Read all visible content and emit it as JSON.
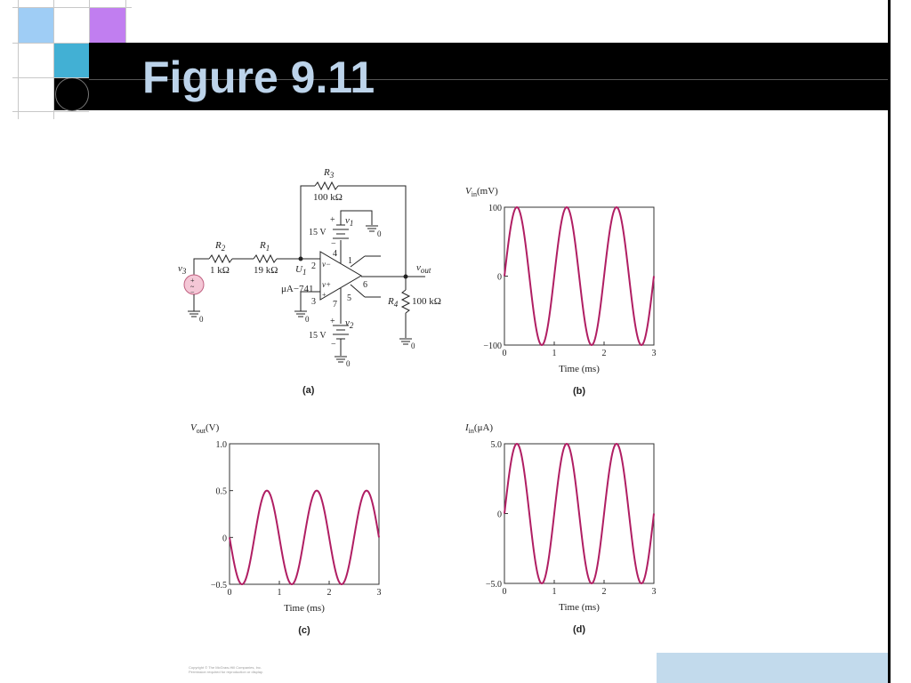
{
  "slide": {
    "title": "Figure 9.11",
    "copyright": [
      "Copyright © The McGraw-Hill Companies, Inc.",
      "Permission required for reproduction or display."
    ],
    "colors": {
      "title_bar": "#000000",
      "title_text": "#bcd3ea",
      "sq_blue": "#9fcdf5",
      "sq_purple": "#c17ef0",
      "sq_teal": "#42b0d4",
      "bottom_box": "#c2daec",
      "trace": "#b01e63"
    }
  },
  "circuit": {
    "caption": "(a)",
    "r3": {
      "name": "R",
      "sub": "3",
      "value": "100 kΩ"
    },
    "r2": {
      "name": "R",
      "sub": "2",
      "value": "1 kΩ"
    },
    "r1": {
      "name": "R",
      "sub": "1",
      "value": "19 kΩ"
    },
    "r4": {
      "name": "R",
      "sub": "4",
      "value": "100 kΩ"
    },
    "u1": {
      "name": "U",
      "sub": "1",
      "part": "μA−741"
    },
    "v1": {
      "name": "v",
      "sub": "1",
      "volt": "15 V"
    },
    "v2": {
      "name": "v",
      "sub": "2",
      "volt": "15 V"
    },
    "v3": {
      "name": "v",
      "sub": "3"
    },
    "vout": {
      "name": "v",
      "sub": "out"
    },
    "inputs": {
      "minus": "v−",
      "plus": "v+"
    },
    "pins": [
      "1",
      "2",
      "3",
      "4",
      "5",
      "6",
      "7"
    ],
    "ground": "0",
    "plus": "+",
    "minus": "−",
    "tilde": "~"
  },
  "chart_data": [
    {
      "type": "line",
      "caption": "(b)",
      "ylabel": "V",
      "ylabel_sub": "in",
      "ylabel_unit": "(mV)",
      "xlabel": "Time (ms)",
      "xlim": [
        0,
        3
      ],
      "ylim": [
        -100,
        100
      ],
      "xticks": [
        "0",
        "1",
        "2",
        "3"
      ],
      "yticks": [
        "100",
        "0",
        "−100"
      ],
      "series": [
        {
          "function": "sine",
          "amplitude": 100,
          "frequency_kHz": 1,
          "phase_deg": 0,
          "x": [
            0,
            0.25,
            0.5,
            0.75,
            1,
            1.25,
            1.5,
            1.75,
            2,
            2.25,
            2.5,
            2.75,
            3
          ],
          "y": [
            0,
            100,
            0,
            -100,
            0,
            100,
            0,
            -100,
            0,
            100,
            0,
            -100,
            0
          ]
        }
      ]
    },
    {
      "type": "line",
      "caption": "(c)",
      "ylabel": "V",
      "ylabel_sub": "out",
      "ylabel_unit": "(V)",
      "xlabel": "Time (ms)",
      "xlim": [
        0,
        3
      ],
      "ylim": [
        -0.5,
        1.0
      ],
      "xticks": [
        "0",
        "1",
        "2",
        "3"
      ],
      "yticks": [
        "1.0",
        "0.5",
        "0",
        "−0.5"
      ],
      "series": [
        {
          "function": "sine",
          "amplitude": -0.5,
          "frequency_kHz": 1,
          "phase_deg": 0,
          "x": [
            0,
            0.25,
            0.5,
            0.75,
            1,
            1.25,
            1.5,
            1.75,
            2,
            2.25,
            2.5,
            2.75,
            3
          ],
          "y": [
            0,
            -0.5,
            0,
            0.5,
            0,
            -0.5,
            0,
            0.5,
            0,
            -0.5,
            0,
            0.5,
            0
          ]
        }
      ]
    },
    {
      "type": "line",
      "caption": "(d)",
      "ylabel": "I",
      "ylabel_sub": "in",
      "ylabel_unit": "(μA)",
      "xlabel": "Time (ms)",
      "xlim": [
        0,
        3
      ],
      "ylim": [
        -5.0,
        5.0
      ],
      "xticks": [
        "0",
        "1",
        "2",
        "3"
      ],
      "yticks": [
        "5.0",
        "0",
        "−5.0"
      ],
      "series": [
        {
          "function": "sine",
          "amplitude": 5.0,
          "frequency_kHz": 1,
          "phase_deg": 0,
          "x": [
            0,
            0.25,
            0.5,
            0.75,
            1,
            1.25,
            1.5,
            1.75,
            2,
            2.25,
            2.5,
            2.75,
            3
          ],
          "y": [
            0,
            5,
            0,
            -5,
            0,
            5,
            0,
            -5,
            0,
            5,
            0,
            -5,
            0
          ]
        }
      ]
    }
  ]
}
